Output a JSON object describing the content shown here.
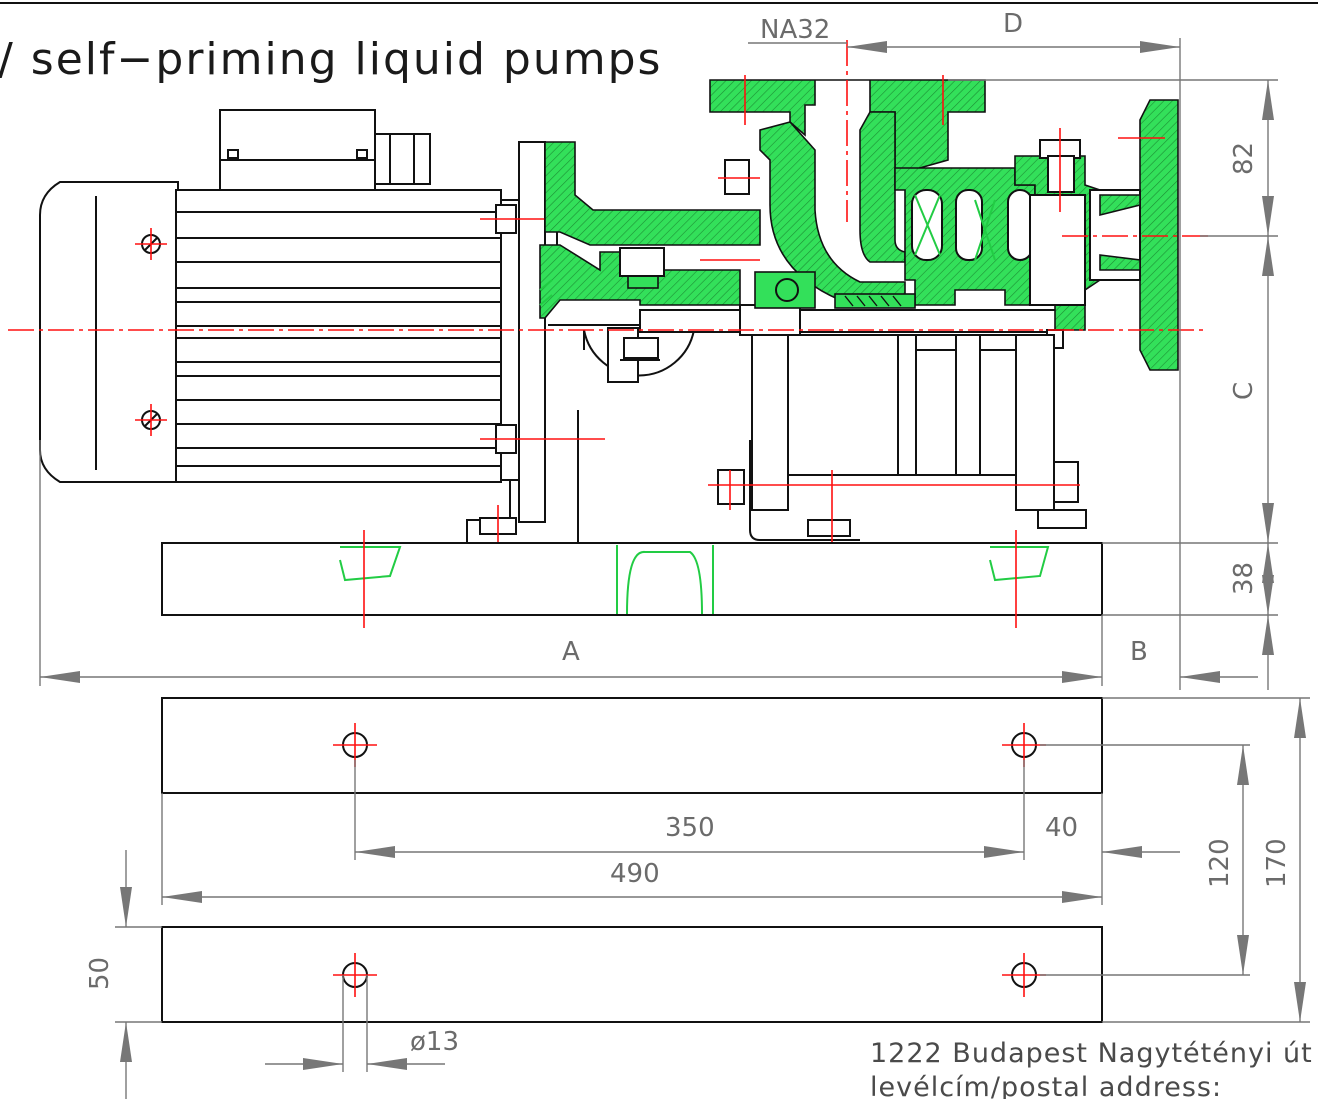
{
  "title": "/ self−priming liquid pumps",
  "nozzle_label": "NA32",
  "dimensions": {
    "D": "D",
    "h82": "82",
    "C": "C",
    "h38": "38",
    "A": "A",
    "B": "B",
    "d350": "350",
    "d40": "40",
    "d490": "490",
    "d120": "120",
    "d170": "170",
    "d50": "50",
    "hole": "ø13"
  },
  "address": {
    "line1": "1222 Budapest Nagytétényi út",
    "line2": "levélcím/postal address:"
  },
  "colors": {
    "section_green": "#33e05a",
    "centerline_red": "#ff1010",
    "dimension_grey": "#777777",
    "outline_black": "#111111"
  }
}
